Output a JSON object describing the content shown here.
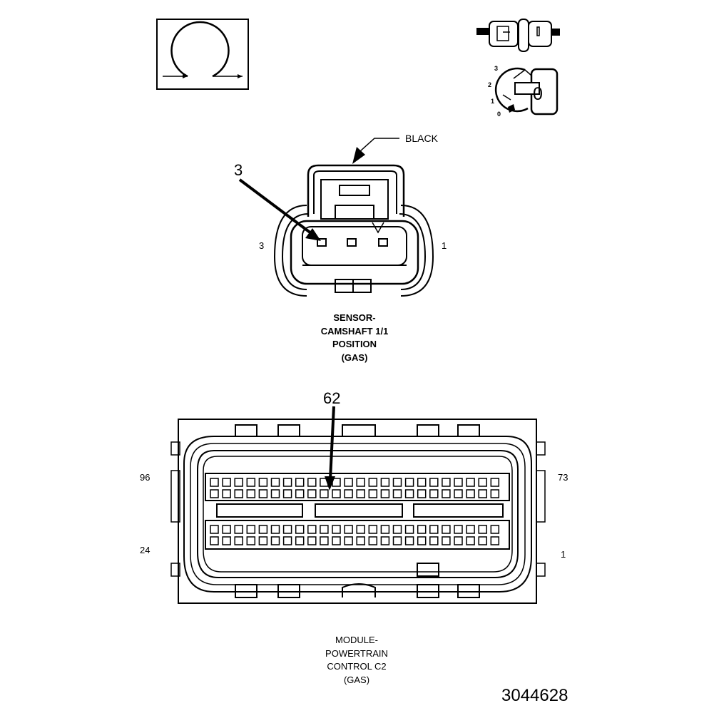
{
  "key_symbol": {
    "icon": "key-position-icon",
    "positions": [
      "3",
      "2",
      "1",
      "0"
    ],
    "key_label": "0"
  },
  "sensor_connector": {
    "color_label": "BLACK",
    "callout_cavity": "3",
    "pin_left": "3",
    "pin_right": "1",
    "title_lines": [
      "SENSOR-",
      "CAMSHAFT 1/1",
      "POSITION",
      "(GAS)"
    ]
  },
  "pcm_connector": {
    "callout_cavity": "62",
    "pin_top_left": "96",
    "pin_top_right": "73",
    "pin_bottom_left": "24",
    "pin_bottom_right": "1",
    "title_lines": [
      "MODULE-",
      "POWERTRAIN",
      "CONTROL C2",
      "(GAS)"
    ]
  },
  "figure_number": "3044628",
  "icons": [
    "omega-loop-icon",
    "inline-connector-icon",
    "ignition-key-icon",
    "arrow-icon"
  ],
  "line_color": "#000000",
  "background": "#ffffff"
}
